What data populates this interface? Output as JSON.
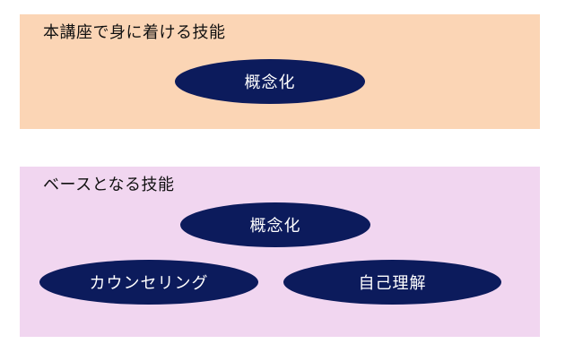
{
  "top_panel": {
    "title": "本講座で身に着ける技能",
    "bg_color": "#fbd5b5",
    "skills": [
      "概念化"
    ]
  },
  "bottom_panel": {
    "title": "ベースとなる技能",
    "bg_color": "#f1d6f0",
    "skills": [
      "概念化",
      "カウンセリング",
      "自己理解"
    ]
  },
  "ellipse_color": "#0c1b5c"
}
